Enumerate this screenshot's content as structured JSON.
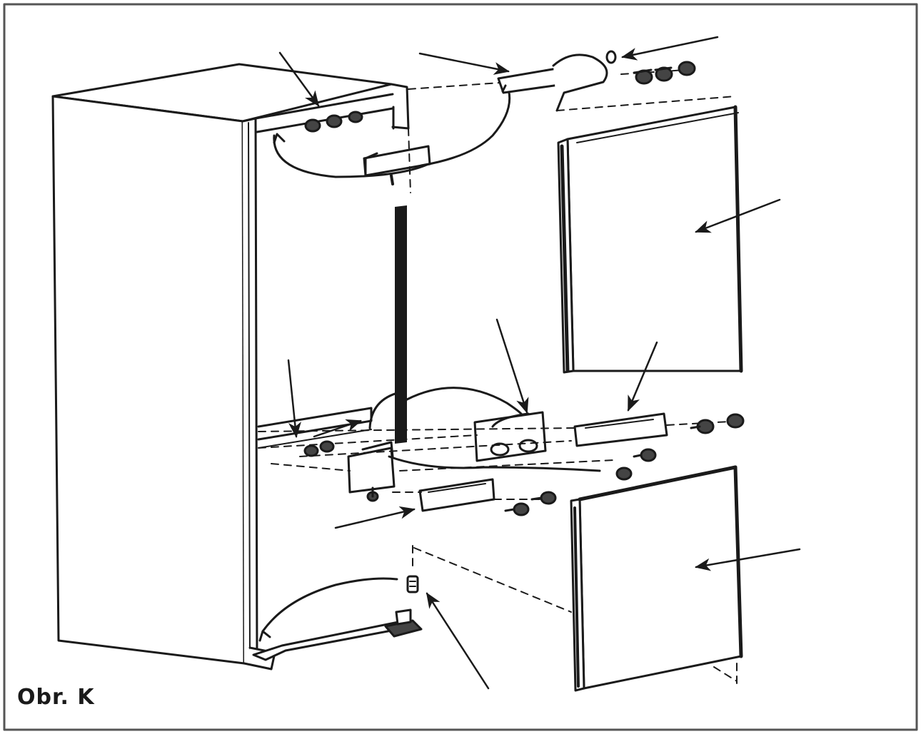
{
  "figure": {
    "caption": "Obr. K",
    "colors": {
      "ink": "#1a1a1a",
      "panel": "#ffffff",
      "frame": "#555555",
      "shade": "#444444"
    },
    "parts": [
      "fridge-cabinet",
      "top-hinge-bracket",
      "top-hinge-pin",
      "top-hinge-screws",
      "upper-door",
      "middle-hinge-bracket",
      "middle-hinge-cover",
      "middle-hinge-plate",
      "middle-hinge-screws",
      "lower-door",
      "bottom-hinge",
      "bottom-hinge-pin"
    ]
  }
}
